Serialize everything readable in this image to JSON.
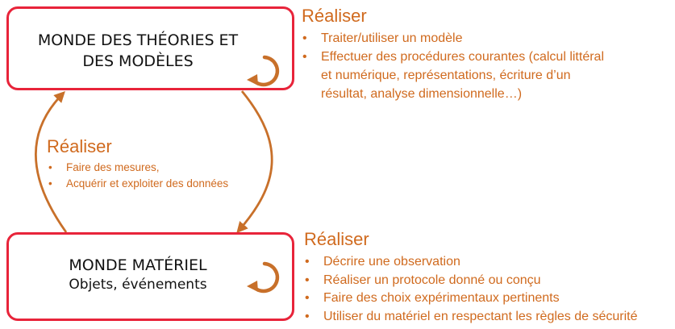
{
  "diagram": {
    "accent_color": "#d06a1e",
    "box_border_color": "#e8243a",
    "top_box": {
      "title_line1": "MONDE DES THÉORIES ET",
      "title_line2": "DES MODÈLES",
      "cycle_icon": "cycle-arrow-icon"
    },
    "bottom_box": {
      "title": "MONDE MATÉRIEL",
      "subtitle": "Objets, événements",
      "cycle_icon": "cycle-arrow-icon"
    },
    "top_panel": {
      "heading": "Réaliser",
      "items": [
        "Traiter/utiliser un modèle",
        "Effectuer des procédures courantes (calcul littéral",
        "et numérique, représentations, écriture d’un",
        "résultat, analyse dimensionnelle…)"
      ]
    },
    "middle_panel": {
      "heading": "Réaliser",
      "items": [
        "Faire des mesures,",
        "Acquérir et exploiter des données"
      ]
    },
    "bottom_panel": {
      "heading": "Réaliser",
      "items": [
        "Décrire une observation",
        "Réaliser un protocole donné ou conçu",
        "Faire des choix expérimentaux pertinents",
        "Utiliser du matériel en respectant les règles de sécurité"
      ]
    }
  }
}
